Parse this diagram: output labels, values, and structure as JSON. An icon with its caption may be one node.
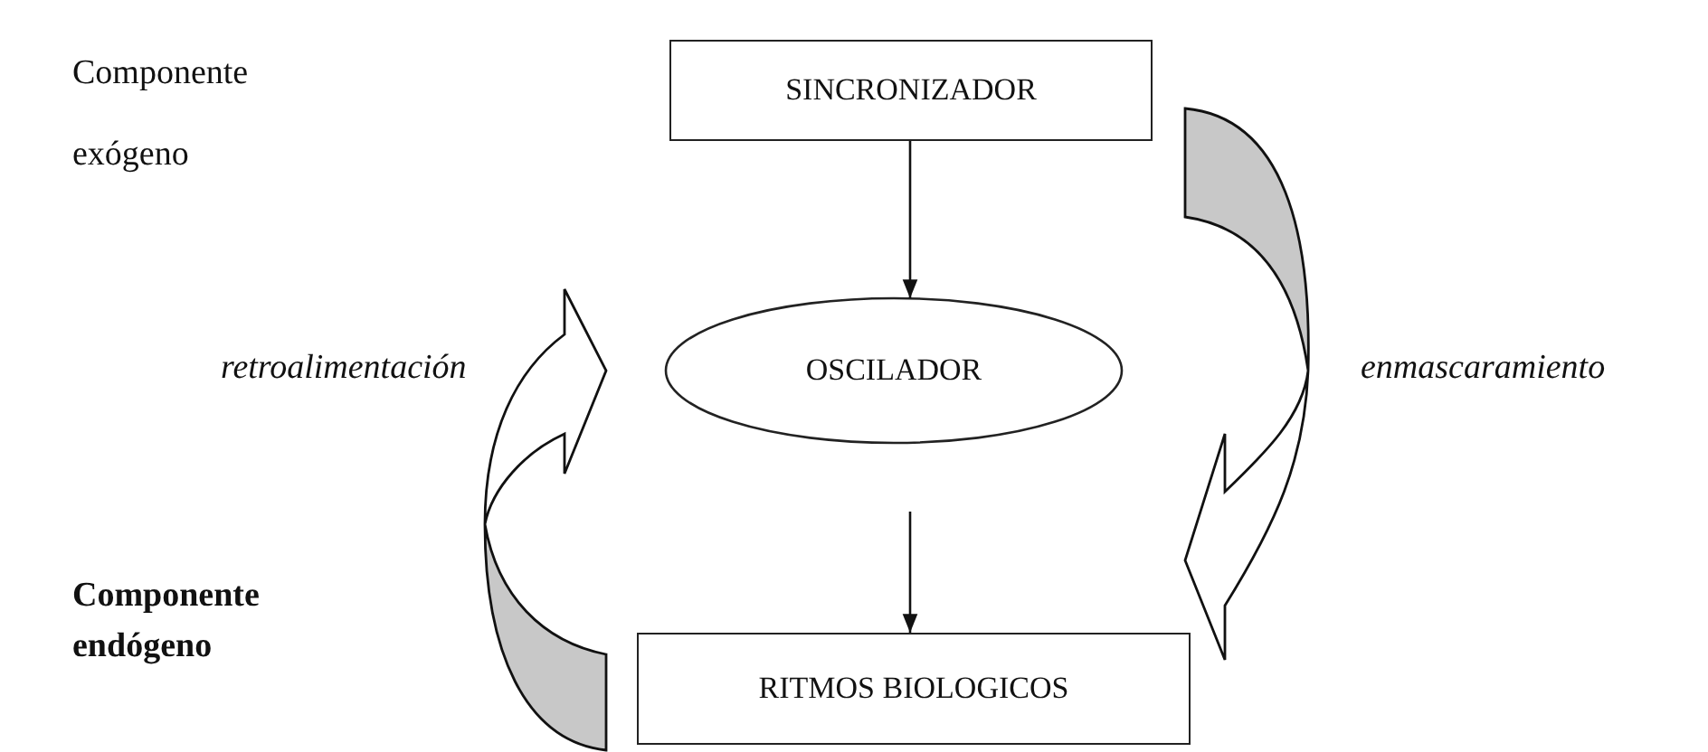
{
  "diagram": {
    "nodes": [
      {
        "text": [
          "SINCRONIZADOR"
        ]
      },
      {
        "text": [
          "OSCILADOR"
        ]
      },
      {
        "text": [
          "RITMOS BIOLOGICOS"
        ]
      }
    ],
    "edges": [
      {
        "from": 0,
        "to": 1,
        "arrow": "to"
      },
      {
        "from": 1,
        "to": 2,
        "arrow": "to"
      },
      {
        "from": 0,
        "to": 2,
        "arrow": "to",
        "label": "enmascaramiento",
        "style": "thick"
      },
      {
        "from": 2,
        "to": 1,
        "arrow": "to",
        "label": "retroalimentación",
        "style": "thick"
      }
    ],
    "labels": [
      "Componente exógeno",
      "Componente endógeno"
    ]
  }
}
